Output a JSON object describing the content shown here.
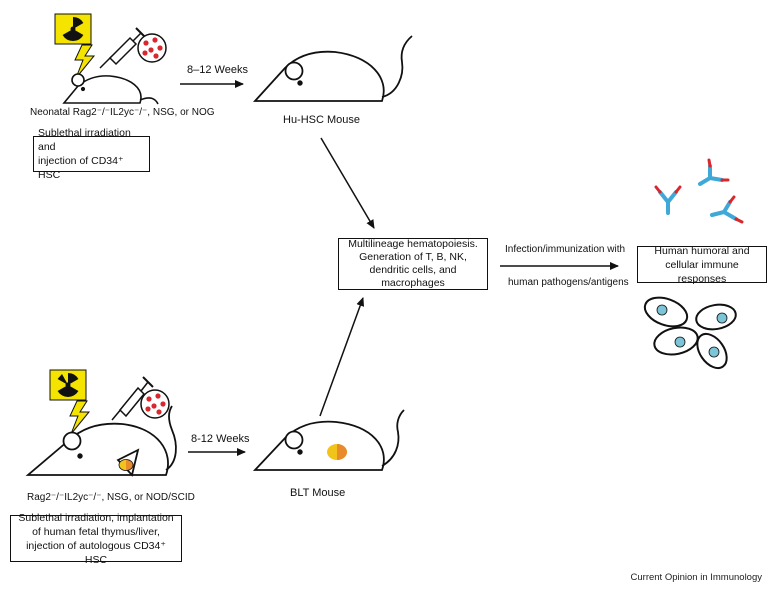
{
  "top_strain_label": "Neonatal Rag2⁻/⁻IL2yc⁻/⁻, NSG, or NOG",
  "top_duration": "8–12 Weeks",
  "top_procedure": [
    "Sublethal irradiation and",
    "injection of CD34⁺ HSC"
  ],
  "hu_hsc_label": "Hu-HSC Mouse",
  "center_box": [
    "Multilineage hematopoiesis.",
    "Generation of T, B, NK,",
    "dendritic cells, and macrophages"
  ],
  "right_arrow_top": "Infection/immunization with",
  "right_arrow_bottom": "human pathogens/antigens",
  "right_box": [
    "Human humoral and",
    "cellular immune responses"
  ],
  "bottom_strain_label": "Rag2⁻/⁻IL2yc⁻/⁻, NSG, or NOD/SCID",
  "bottom_duration": "8-12 Weeks",
  "blt_label": "BLT Mouse",
  "bottom_procedure": [
    "Sublethal irradiation, implantation",
    "of human fetal thymus/liver,",
    "injection of autologous CD34⁺ HSC"
  ],
  "credit": "Current Opinion in Immunology",
  "colors": {
    "radiation": "#f5e400",
    "cells": "#d8282e",
    "antibody_blue": "#3fa8d6",
    "antibody_red": "#d8282e",
    "cell_nucleus": "#7cc4d8"
  }
}
